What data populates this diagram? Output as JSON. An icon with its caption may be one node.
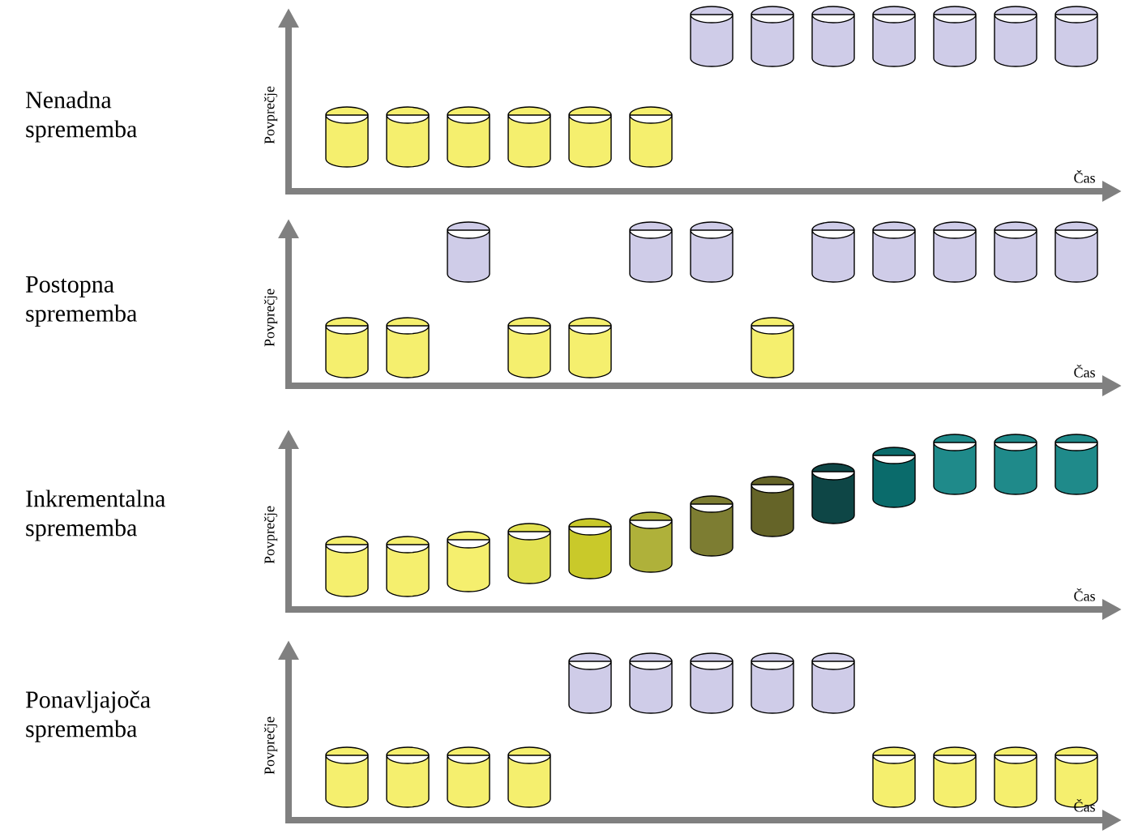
{
  "diagram": {
    "labels": [
      "Nenadna sprememba",
      "Povprečje",
      "Čas",
      "Postopna sprememba",
      "Povprečje",
      "Čas",
      "Inkrementalna sprememba",
      "Povprečje",
      "Čas",
      "Ponavljajoča sprememba",
      "Povprečje",
      "Čas"
    ]
  }
}
